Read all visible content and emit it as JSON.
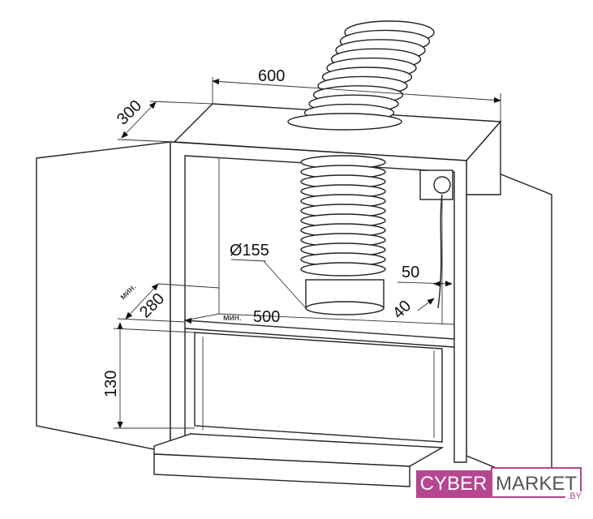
{
  "dimensions": {
    "width": "600",
    "depth": "300",
    "diameter": "Ø155",
    "side_offset": "50",
    "back_offset": "40",
    "min_prefix_depth": "мин.",
    "min_depth": "280",
    "min_prefix_width": "мин.",
    "min_width": "500",
    "height": "130"
  },
  "logo": {
    "left": "CYBER",
    "right": "MARKET",
    "suffix": ".BY",
    "color": "#b5468f"
  }
}
